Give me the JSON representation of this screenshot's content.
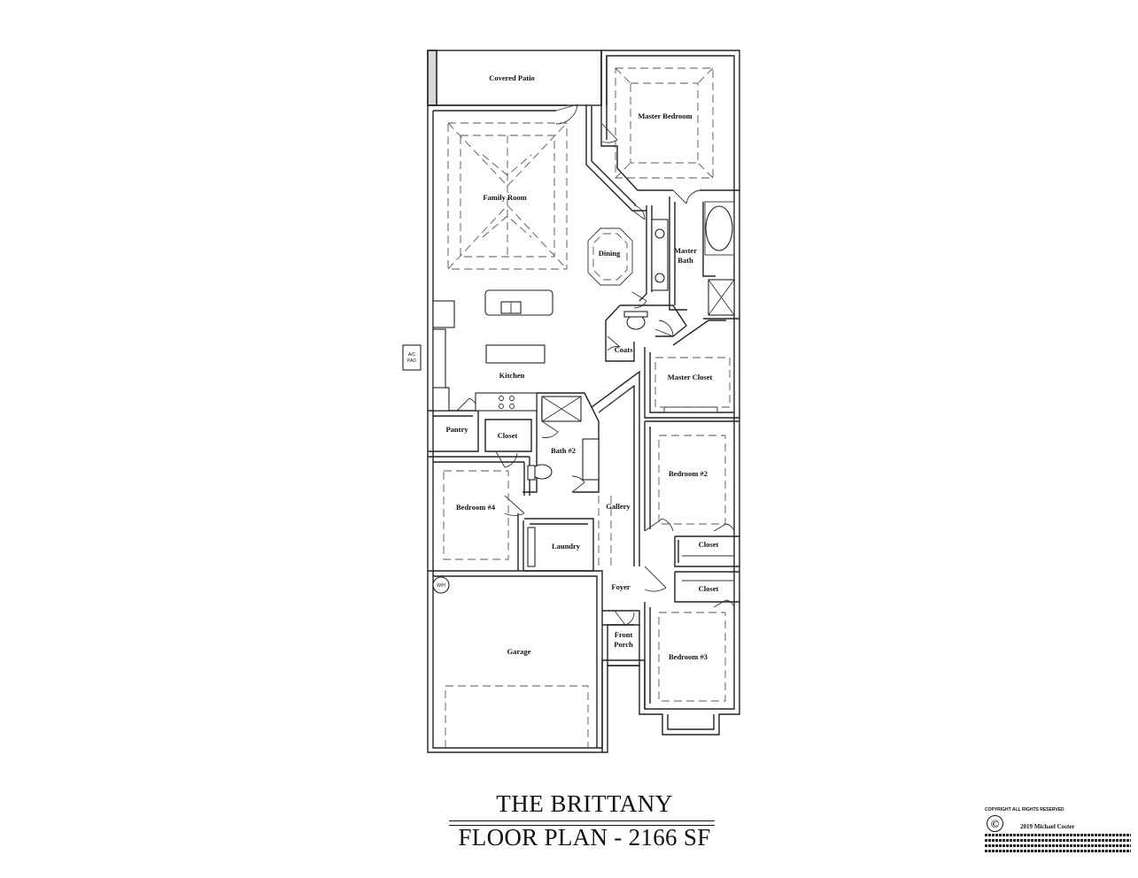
{
  "plan": {
    "title": "THE BRITTANY",
    "subtitle": "FLOOR PLAN - 2166 SF"
  },
  "rooms": {
    "covered_patio": "Covered Patio",
    "master_bedroom": "Master Bedroom",
    "family_room": "Family Room",
    "dining": "Dining",
    "master_bath_1": "Master",
    "master_bath_2": "Bath",
    "kitchen": "Kitchen",
    "pantry": "Pantry",
    "closet_hall": "Closet",
    "bath2": "Bath #2",
    "coats": "Coats",
    "master_closet": "Master Closet",
    "bedroom4": "Bedroom #4",
    "gallery": "Gallery",
    "laundry": "Laundry",
    "bedroom2": "Bedroom #2",
    "closet_bed2": "Closet",
    "closet_bed3": "Closet",
    "foyer": "Foyer",
    "front_porch_1": "Front",
    "front_porch_2": "Porch",
    "bedroom3": "Bedroom #3",
    "garage": "Garage",
    "ac_pad_1": "A/C",
    "ac_pad_2": "PAD",
    "water_heater": "W/H"
  },
  "copyright": {
    "notice": "COPYRIGHT ALL RIGHTS RESERVED",
    "symbol": "©",
    "year_owner": "2019 Michael Coster"
  },
  "colors": {
    "walls": "#d8d8d8",
    "lines": "#222222",
    "background": "#ffffff"
  }
}
